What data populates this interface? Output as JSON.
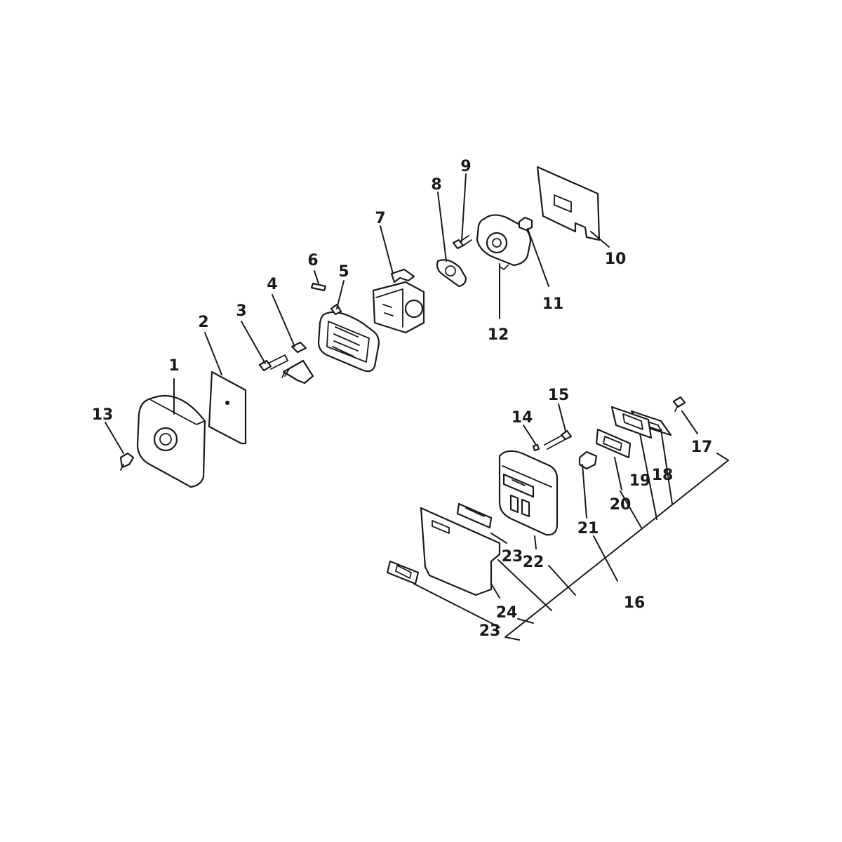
{
  "callouts": {
    "c1": "1",
    "c2": "2",
    "c3": "3",
    "c4": "4",
    "c5": "5",
    "c6": "6",
    "c7": "7",
    "c8": "8",
    "c9": "9",
    "c10": "10",
    "c11": "11",
    "c12": "12",
    "c13": "13",
    "c14": "14",
    "c15": "15",
    "c16": "16",
    "c17": "17",
    "c18": "18",
    "c19": "19",
    "c20": "20",
    "c21": "21",
    "c22": "22",
    "c23a": "23",
    "c23b": "23",
    "c24": "24"
  }
}
